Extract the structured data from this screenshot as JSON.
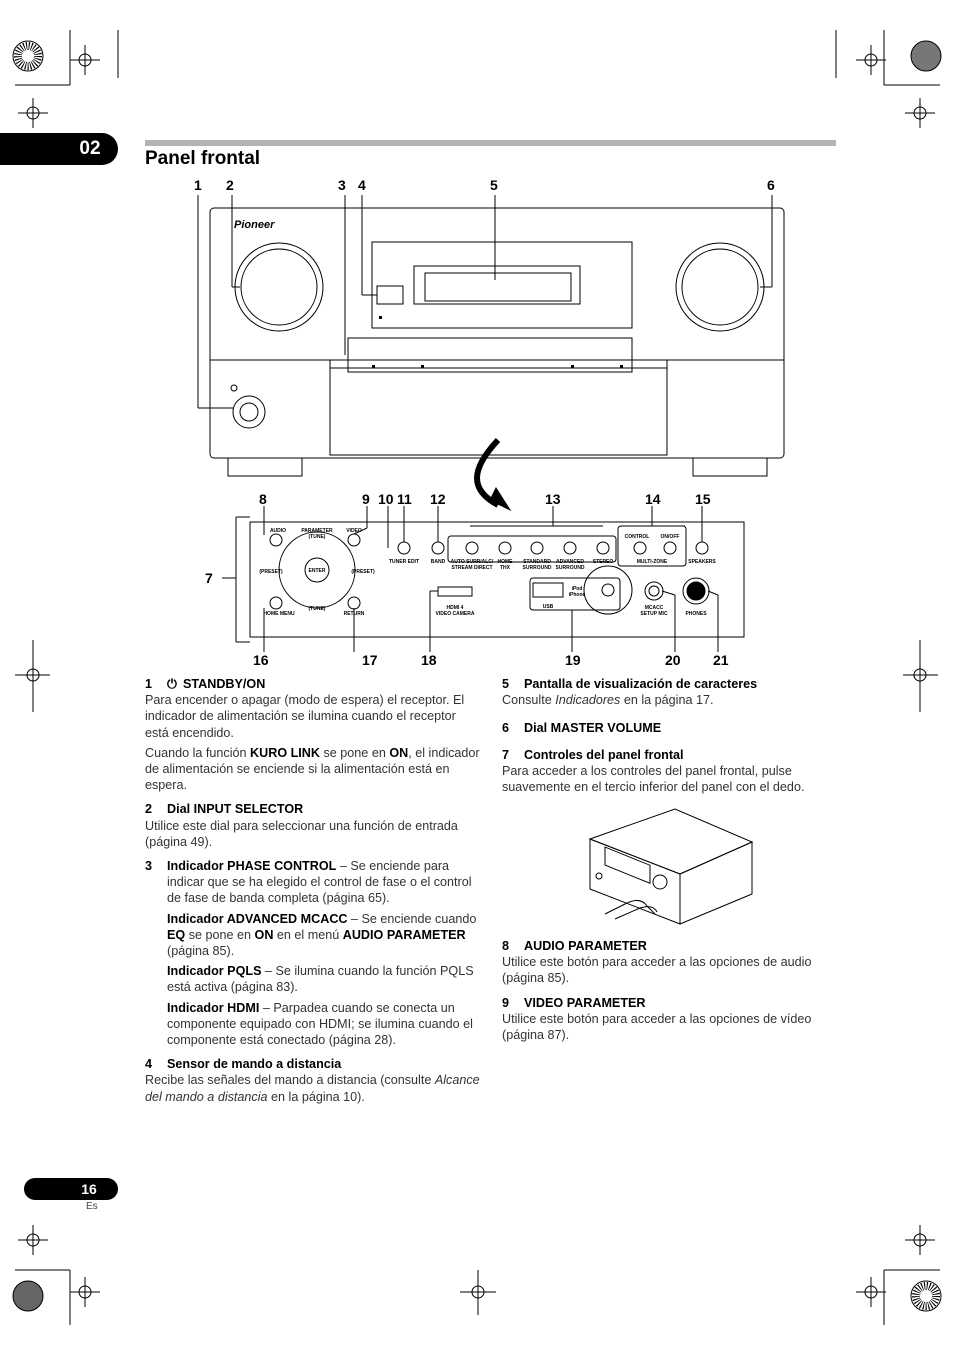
{
  "chapter": "02",
  "page_number": "16",
  "language": "Es",
  "section_title": "Panel frontal",
  "brand_logo": "Pioneer",
  "callouts_top": [
    "1",
    "2",
    "3",
    "4",
    "5",
    "6"
  ],
  "callouts_mid": [
    "8",
    "9",
    "10",
    "11",
    "12",
    "13",
    "14",
    "15"
  ],
  "callout_7": "7",
  "callouts_bottom": [
    "16",
    "17",
    "18",
    "19",
    "20",
    "21"
  ],
  "panel_labels": {
    "audio": "AUDIO",
    "parameter": "PARAMETER",
    "video": "VIDEO",
    "tune_top": "(TUNE)",
    "tune_bottom": "(TUNE)",
    "preset_left": "(PRESET)",
    "preset_right": "(PRESET)",
    "enter": "ENTER",
    "home_menu": "HOME MENU",
    "return": "RETURN",
    "tuner_edit": "TUNER EDIT",
    "band": "BAND",
    "auto_surr_1": "AUTO SURR/ALC/",
    "auto_surr_2": "STREAM DIRECT",
    "home_thx_1": "HOME",
    "home_thx_2": "THX",
    "standard_1": "STANDARD",
    "standard_2": "SURROUND",
    "advanced_1": "ADVANCED",
    "advanced_2": "SURROUND",
    "stereo": "STEREO",
    "control": "CONTROL",
    "on_off": "ON/OFF",
    "multi_zone": "MULTI-ZONE",
    "speakers": "SPEAKERS",
    "hdmi_1": "HDMI 4",
    "hdmi_2": "VIDEO CAMERA",
    "usb": "USB",
    "ipod_1": "iPod",
    "ipod_2": "iPhone",
    "mcacc_1": "MCACC",
    "mcacc_2": "SETUP MIC",
    "phones": "PHONES"
  },
  "left_column": {
    "item1": {
      "num": "1",
      "heading": "STANDBY/ON",
      "p1": "Para encender o apagar (modo de espera) el receptor. El indicador de alimentación se ilumina cuando el receptor está encendido.",
      "p2a": "Cuando la función ",
      "p2b": "KURO LINK",
      "p2c": " se pone en ",
      "p2d": "ON",
      "p2e": ", el indicador de alimentación se enciende si la alimentación está en espera."
    },
    "item2": {
      "num": "2",
      "heading": "Dial INPUT SELECTOR",
      "text": "Utilice este dial para seleccionar una función de entrada (página 49)."
    },
    "item3": {
      "num": "3",
      "a_head": "Indicador PHASE CONTROL",
      "a_text": " – Se enciende para indicar que se ha elegido el control de fase o el control de fase de banda completa (página 65).",
      "b_head": "Indicador ADVANCED MCACC",
      "b_t1": " – Se enciende cuando ",
      "b_eq": "EQ",
      "b_t2": " se pone en ",
      "b_on": "ON",
      "b_t3": " en el menú ",
      "b_ap": "AUDIO PARAMETER",
      "b_t4": " (página 85).",
      "c_head": "Indicador PQLS",
      "c_text": " – Se ilumina cuando la función PQLS está activa (página 83).",
      "d_head": "Indicador HDMI",
      "d_text": " – Parpadea cuando se conecta un componente equipado con HDMI; se ilumina cuando el componente está conectado (página 28)."
    },
    "item4": {
      "num": "4",
      "heading": "Sensor de mando a distancia",
      "t1": "Recibe las señales del mando a distancia (consulte ",
      "t2": "Alcance del mando a distancia",
      "t3": " en la página 10)."
    }
  },
  "right_column": {
    "item5": {
      "num": "5",
      "heading": "Pantalla de visualización de caracteres",
      "t1": "Consulte ",
      "t2": "Indicadores",
      "t3": " en la página 17."
    },
    "item6": {
      "num": "6",
      "heading": "Dial MASTER VOLUME"
    },
    "item7": {
      "num": "7",
      "heading": "Controles del panel frontal",
      "text": "Para acceder a los controles del panel frontal, pulse suavemente en el tercio inferior del panel con el dedo."
    },
    "item8": {
      "num": "8",
      "heading": "AUDIO PARAMETER",
      "text": "Utilice este botón para acceder a las opciones de audio (página 85)."
    },
    "item9": {
      "num": "9",
      "heading": "VIDEO PARAMETER",
      "text": "Utilice este botón para acceder a las opciones de vídeo (página 87)."
    }
  }
}
